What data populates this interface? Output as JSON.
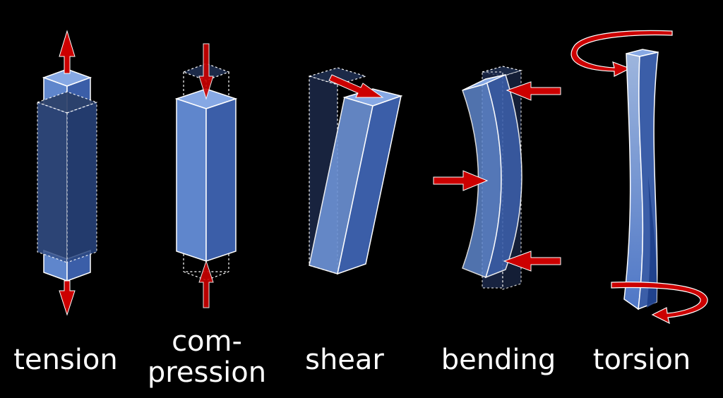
{
  "labels": {
    "tension": "tension",
    "compression_line1": "com-",
    "compression_line2": "pression",
    "shear": "shear",
    "bending": "bending",
    "torsion": "torsion"
  },
  "colors": {
    "background": "#000000",
    "beam_front": "#5f86cc",
    "beam_side": "#3b5ea8",
    "beam_top": "#86a8e4",
    "ghost": "#1c2a48",
    "arrow": "#cc0000",
    "outline": "#ffffff"
  }
}
